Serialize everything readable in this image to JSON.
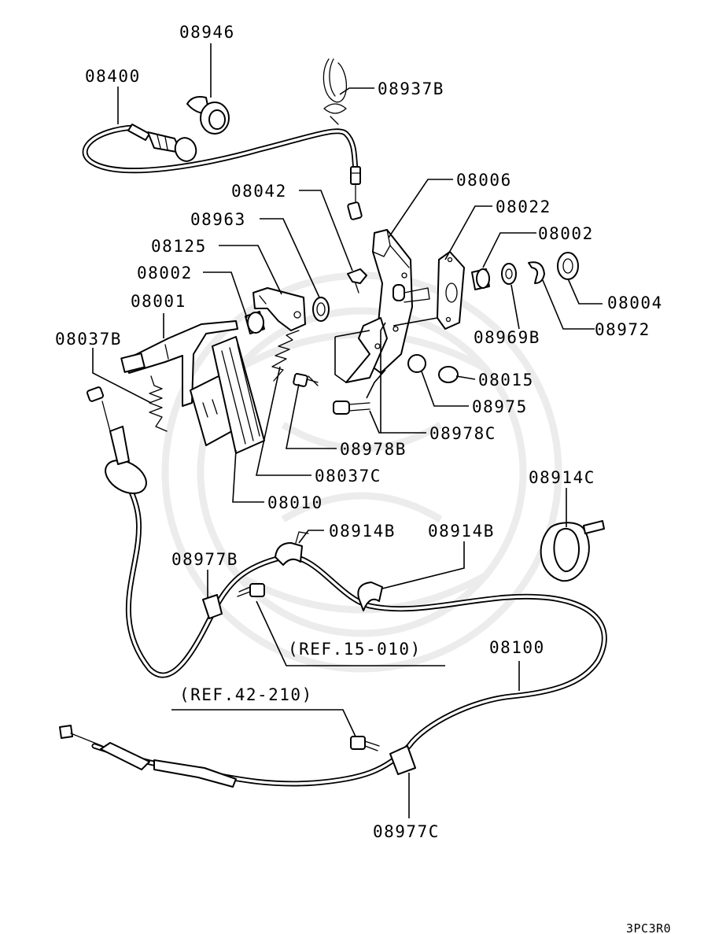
{
  "labels": {
    "p08946": "08946",
    "p08400": "08400",
    "p08937B": "08937B",
    "p08006": "08006",
    "p08042": "08042",
    "p08022": "08022",
    "p08963": "08963",
    "p08002a": "08002",
    "p08125": "08125",
    "p08002b": "08002",
    "p08004": "08004",
    "p08001": "08001",
    "p08969B": "08969B",
    "p08972": "08972",
    "p08037B": "08037B",
    "p08015": "08015",
    "p08975": "08975",
    "p08978C": "08978C",
    "p08978B": "08978B",
    "p08037C": "08037C",
    "p08914C": "08914C",
    "p08010": "08010",
    "p08914Ba": "08914B",
    "p08914Bb": "08914B",
    "p08977B": "08977B",
    "ref15": "(REF.15-010)",
    "p08100": "08100",
    "ref42": "(REF.42-210)",
    "p08977C": "08977C",
    "figure_code": "3PC3R0"
  },
  "colors": {
    "line": "#000000",
    "background": "#ffffff",
    "watermark": "#ececec"
  }
}
